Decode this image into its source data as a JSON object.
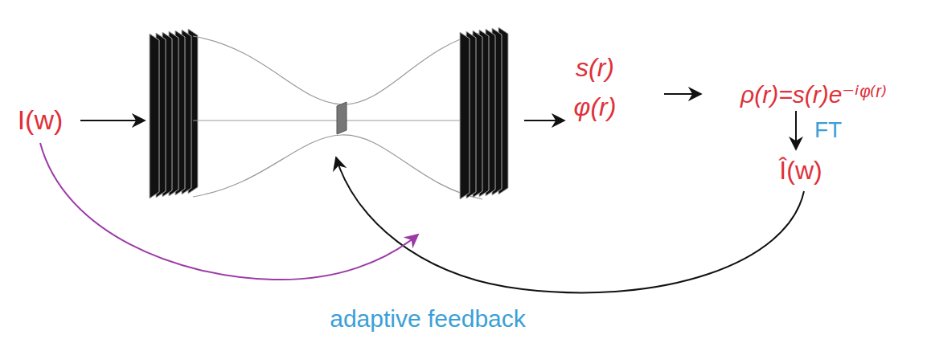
{
  "diagram": {
    "labels": [
      "I(w)",
      "s(r)",
      "φ(r)",
      "ρ(r)=s(r)e⁻ⁱᵠ⁽ʳ⁾",
      "FT",
      "Î(w)",
      "adaptive feedback"
    ]
  }
}
